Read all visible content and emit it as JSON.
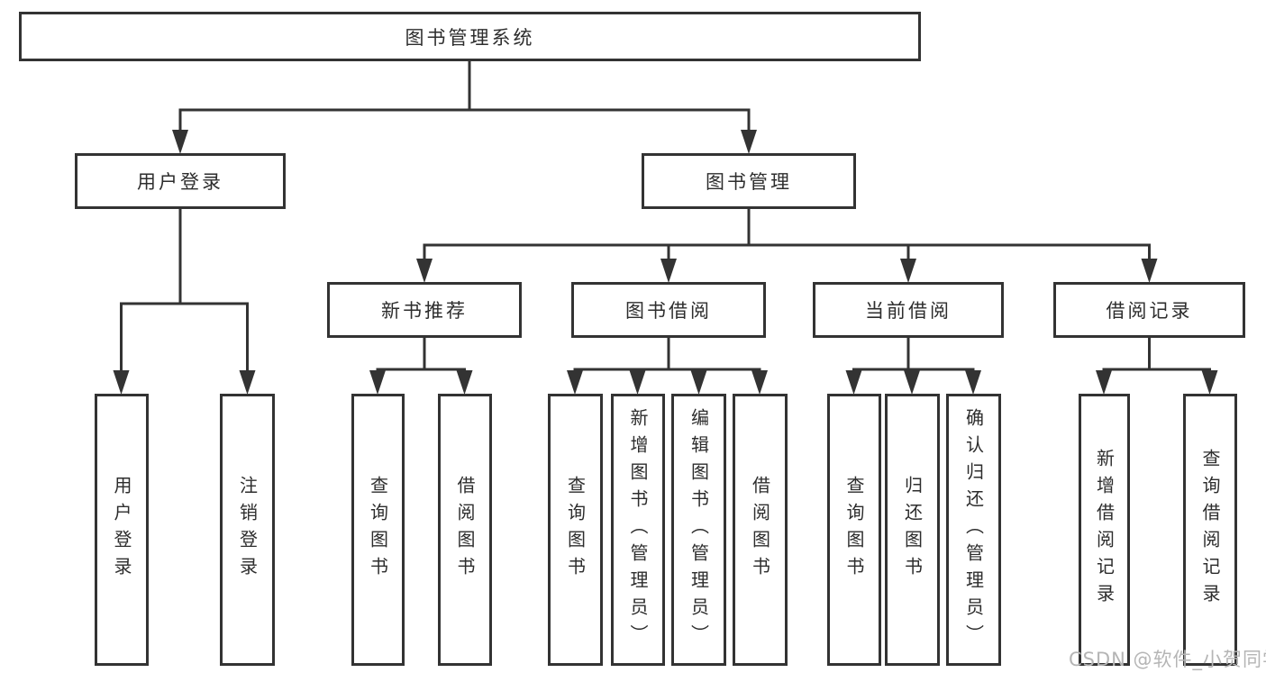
{
  "diagram": {
    "root": {
      "label": "图书管理系统"
    },
    "level2": [
      {
        "label": "用户登录"
      },
      {
        "label": "图书管理"
      }
    ],
    "level3": [
      {
        "label": "新书推荐"
      },
      {
        "label": "图书借阅"
      },
      {
        "label": "当前借阅"
      },
      {
        "label": "借阅记录"
      }
    ],
    "leaves": [
      {
        "label": "用户登录"
      },
      {
        "label": "注销登录"
      },
      {
        "label": "查询图书"
      },
      {
        "label": "借阅图书"
      },
      {
        "label": "查询图书"
      },
      {
        "label": "新增图书（管理员）"
      },
      {
        "label": "编辑图书（管理员）"
      },
      {
        "label": "借阅图书"
      },
      {
        "label": "查询图书"
      },
      {
        "label": "归还图书"
      },
      {
        "label": "确认归还（管理员）"
      },
      {
        "label": "新增借阅记录"
      },
      {
        "label": "查询借阅记录"
      }
    ],
    "line_color": "#333333"
  },
  "watermark": {
    "text": "CSDN @软件_小贺同学",
    "color": "#b5b5b5"
  }
}
